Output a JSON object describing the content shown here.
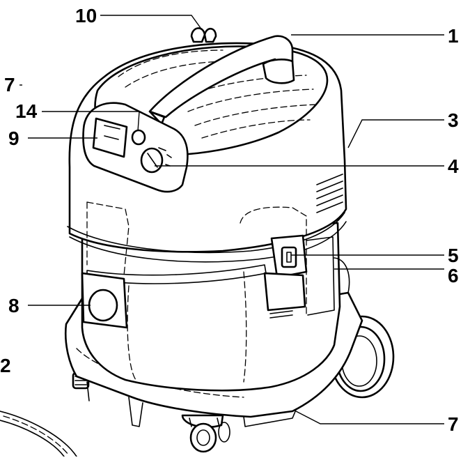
{
  "diagram": {
    "callouts": [
      {
        "id": "c10",
        "label": "10"
      },
      {
        "id": "c1",
        "label": "1"
      },
      {
        "id": "c7-top",
        "label": "7"
      },
      {
        "id": "c14",
        "label": "14"
      },
      {
        "id": "c3",
        "label": "3"
      },
      {
        "id": "c9",
        "label": "9"
      },
      {
        "id": "c4",
        "label": "4"
      },
      {
        "id": "c5",
        "label": "5"
      },
      {
        "id": "c6",
        "label": "6"
      },
      {
        "id": "c8",
        "label": "8"
      },
      {
        "id": "c2",
        "label": "2"
      },
      {
        "id": "c7-bottom",
        "label": "7"
      }
    ]
  }
}
